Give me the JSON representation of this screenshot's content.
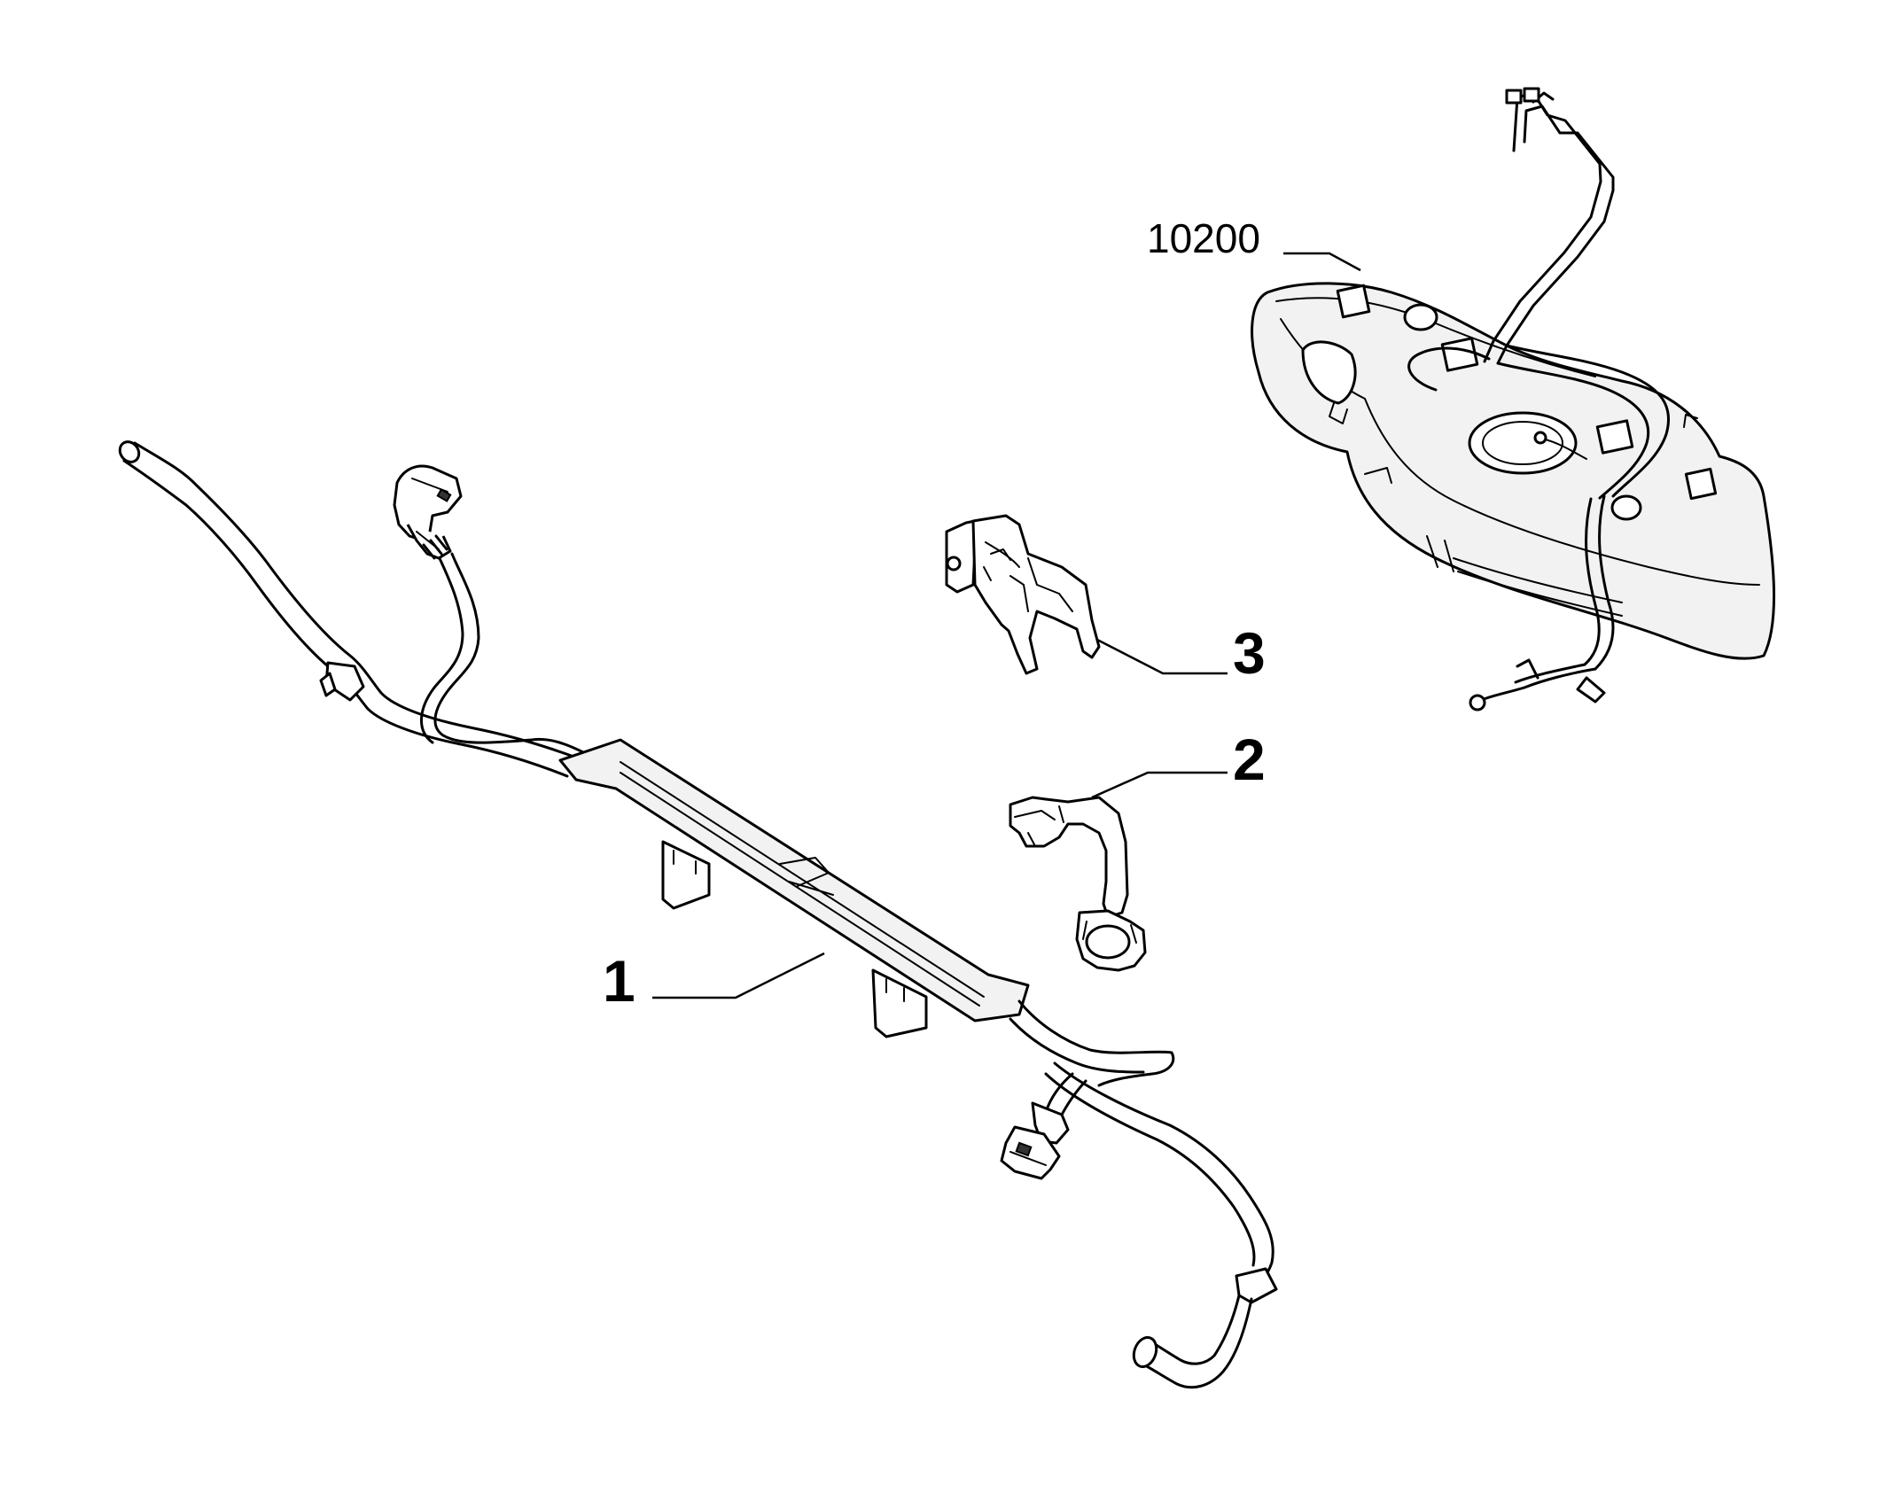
{
  "callouts": {
    "fuel_tank": "10200",
    "clip_3": "3",
    "bracket_2": "2",
    "fuel_line_1": "1"
  }
}
